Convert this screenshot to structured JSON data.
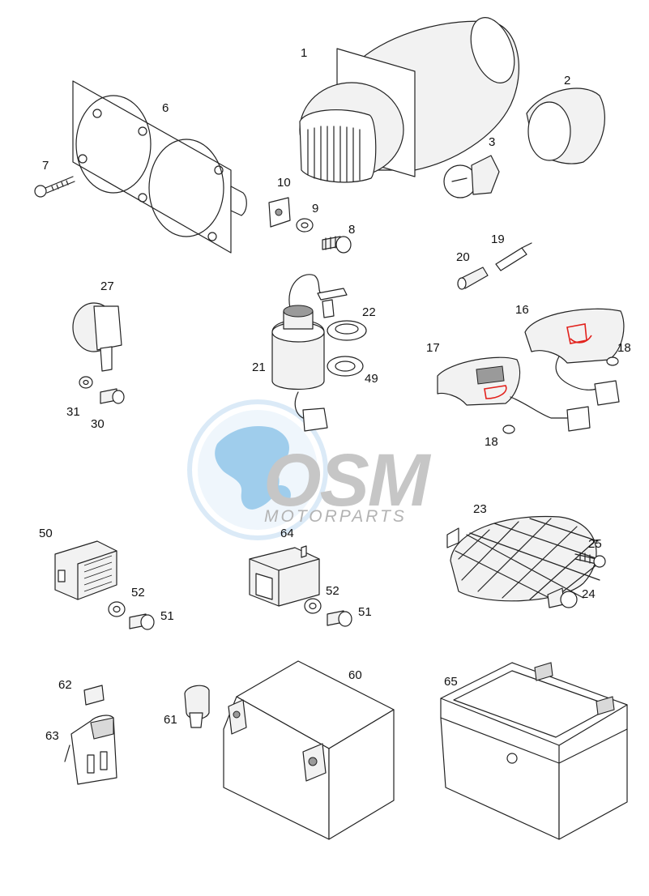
{
  "diagram": {
    "part_labels": [
      "1",
      "2",
      "3",
      "6",
      "7",
      "10",
      "9",
      "8",
      "19",
      "20",
      "27",
      "22",
      "16",
      "21",
      "49",
      "18",
      "17",
      "31",
      "30",
      "18",
      "23",
      "50",
      "64",
      "25",
      "52",
      "51",
      "52",
      "51",
      "24",
      "60",
      "62",
      "65",
      "61",
      "63"
    ]
  },
  "watermark": {
    "brand": "OSM",
    "subtitle": "MOTORPARTS",
    "accent_color": "#5aa9de",
    "gray_color": "#b3b3b3"
  },
  "colors": {
    "highlight": "#e2211c",
    "line": "#222222"
  }
}
